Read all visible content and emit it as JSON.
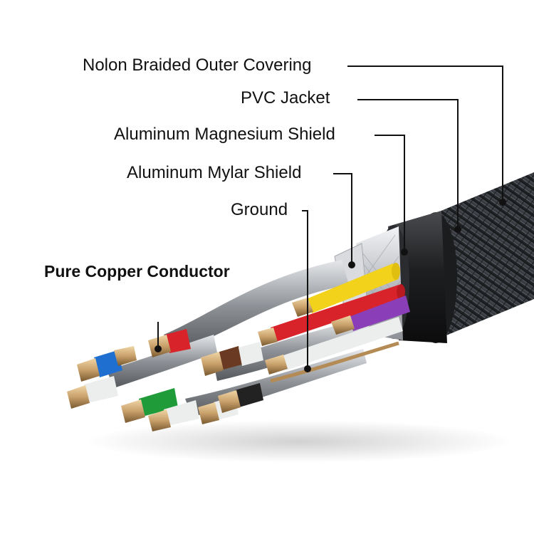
{
  "labels": {
    "outer_covering": "Nolon Braided Outer Covering",
    "pvc_jacket": "PVC Jacket",
    "mg_shield": "Aluminum Magnesium Shield",
    "mylar_shield": "Aluminum Mylar Shield",
    "ground": "Ground",
    "conductor": "Pure Copper Conductor"
  },
  "colors": {
    "braid": "#2a2d31",
    "jacket": "#1e1f21",
    "foil": "#c9ccd1",
    "leader": "#111111",
    "yellow": "#f2d21b",
    "red": "#d8232a",
    "purple": "#8a3fb8",
    "blue": "#1f6fd1",
    "green": "#1f9b3a",
    "brown": "#6b3a22",
    "copper": "#c8a06a"
  }
}
